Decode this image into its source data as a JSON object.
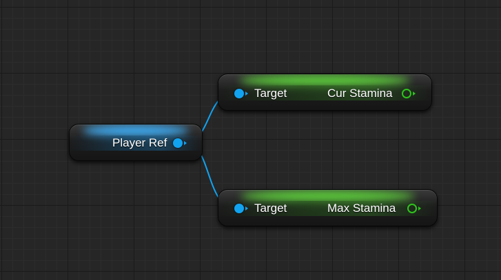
{
  "colors": {
    "object_pin": "#12a3f0",
    "float_pin": "#2fc41c",
    "variable_header": "#3fb3ff",
    "function_header": "#5fd63c",
    "background": "#262626"
  },
  "nodes": {
    "player_ref": {
      "output_label": "Player Ref"
    },
    "cur_stamina": {
      "input_label": "Target",
      "output_label": "Cur Stamina"
    },
    "max_stamina": {
      "input_label": "Target",
      "output_label": "Max Stamina"
    }
  }
}
